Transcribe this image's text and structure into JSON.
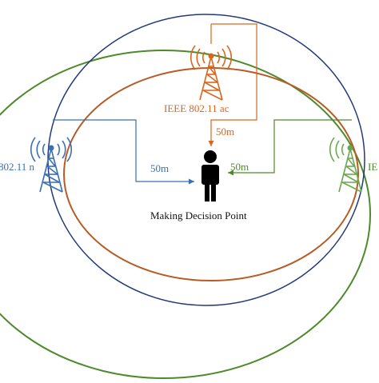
{
  "colors": {
    "blue": "#3a6fb6",
    "orange": "#d9661c",
    "green": "#4d8a2b",
    "person": "#000000",
    "background": "#ffffff"
  },
  "labels": {
    "orange_tower": "IEEE 802.11 ac",
    "blue_tower": "802.11 n",
    "green_tower": "IE",
    "blue_distance": "50m",
    "orange_distance": "50m",
    "green_distance": "50m",
    "decision_point": "Making Decision Point"
  },
  "icons": {
    "tower": "radio-tower-icon",
    "person": "person-icon"
  }
}
